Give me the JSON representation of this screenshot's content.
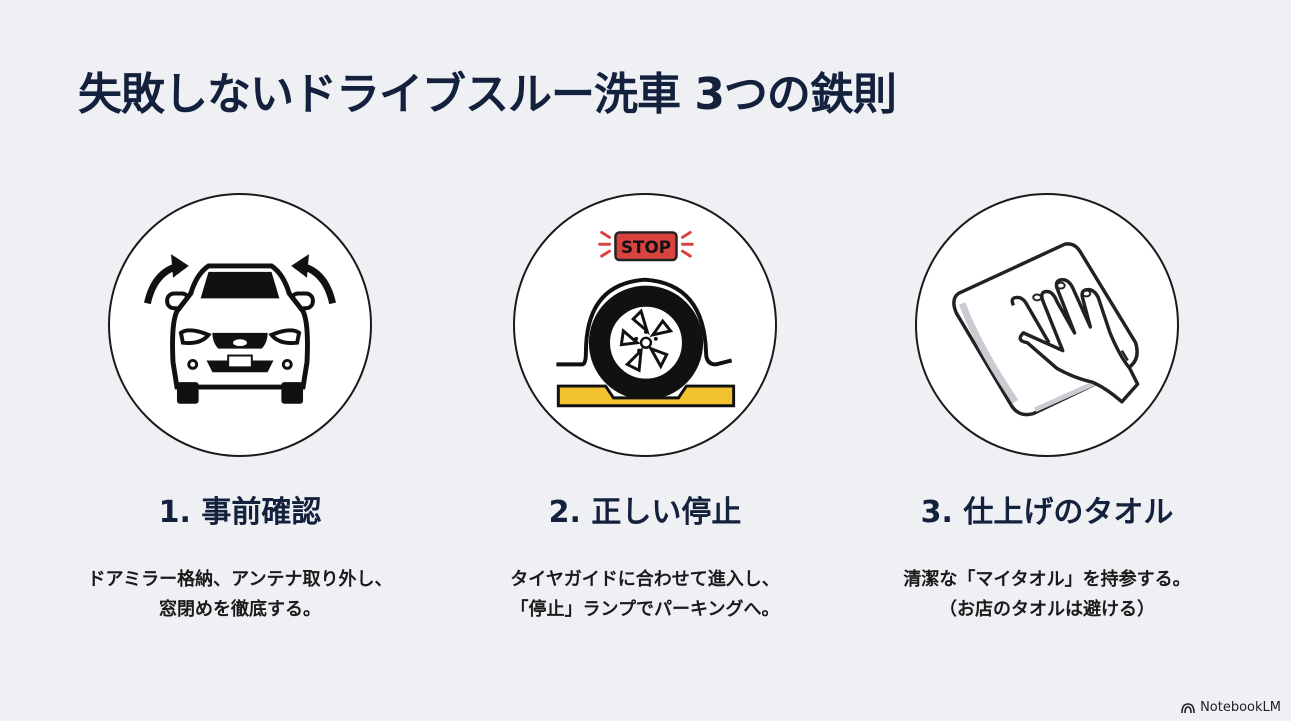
{
  "title": "失敗しないドライブスルー洗車 3つの鉄則",
  "steps": [
    {
      "title": "1. 事前確認",
      "desc_line1": "ドアミラー格納、アンテナ取り外し、",
      "desc_line2": "窓閉めを徹底する。",
      "icon": "car-mirror-fold-icon"
    },
    {
      "title": "2. 正しい停止",
      "desc_line1": "タイヤガイドに合わせて進入し、",
      "desc_line2": "「停止」ランプでパーキングへ。",
      "icon": "tire-stop-icon",
      "stop_label": "STOP"
    },
    {
      "title": "3. 仕上げのタオル",
      "desc_line1": "清潔な「マイタオル」を持参する。",
      "desc_line2": "（お店のタオルは避ける）",
      "icon": "hand-towel-icon"
    }
  ],
  "colors": {
    "background": "#eef0f4",
    "title": "#14213d",
    "stop_red": "#d9423f",
    "guide_yellow": "#f2c12e"
  },
  "brand": "NotebookLM"
}
